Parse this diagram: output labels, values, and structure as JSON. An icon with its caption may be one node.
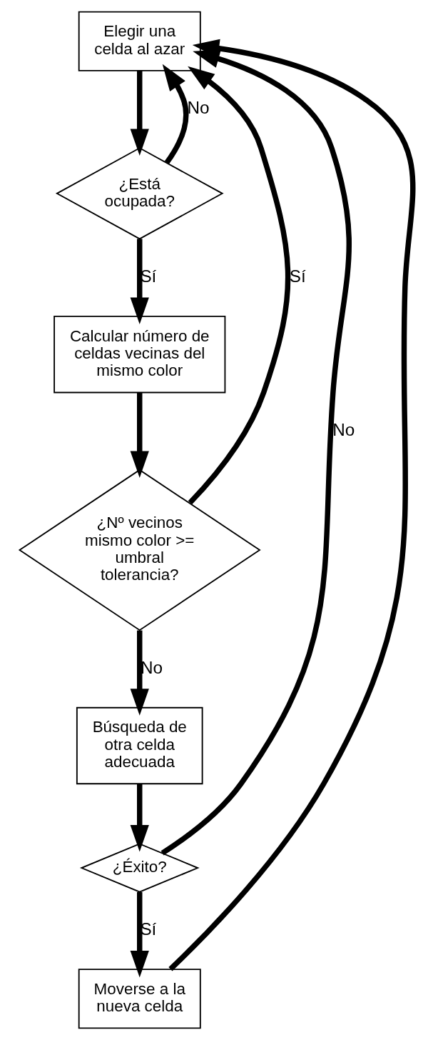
{
  "diagram": {
    "nodes": [
      {
        "text": [
          "Elegir una celda al azar"
        ]
      },
      {
        "text": [
          "¿Está ocupada?"
        ]
      },
      {
        "text": [
          "Calcular número de celdas vecinas del mismo color"
        ]
      },
      {
        "text": [
          "¿Nº vecinos mismo color >= umbral tolerancia?"
        ]
      },
      {
        "text": [
          "Búsqueda de otra celda adecuada"
        ]
      },
      {
        "text": [
          "¿Éxito?"
        ]
      },
      {
        "text": [
          "Moverse a la nueva celda"
        ]
      }
    ],
    "edges": [
      {
        "from": 0,
        "to": 1,
        "arrow": "to"
      },
      {
        "from": 1,
        "to": 0,
        "label": "No",
        "arrow": "to"
      },
      {
        "from": 1,
        "to": 2,
        "label": "Sí",
        "arrow": "to"
      },
      {
        "from": 2,
        "to": 3,
        "arrow": "to"
      },
      {
        "from": 3,
        "to": 0,
        "label": "Sí",
        "arrow": "to"
      },
      {
        "from": 3,
        "to": 4,
        "label": "No",
        "arrow": "to"
      },
      {
        "from": 4,
        "to": 5,
        "arrow": "to"
      },
      {
        "from": 5,
        "to": 0,
        "label": "No",
        "arrow": "to"
      },
      {
        "from": 5,
        "to": 6,
        "label": "Sí",
        "arrow": "to"
      },
      {
        "from": 6,
        "to": 0,
        "arrow": "to"
      }
    ]
  }
}
